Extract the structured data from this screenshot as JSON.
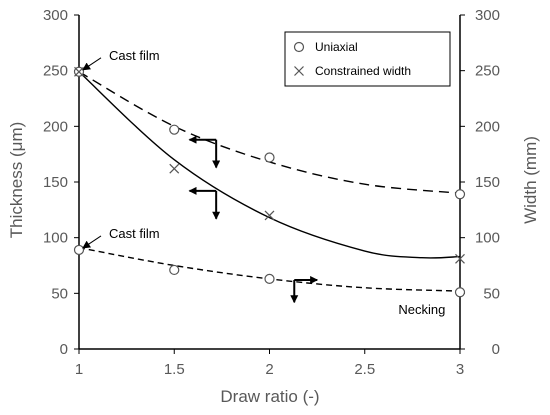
{
  "chart_data": {
    "type": "line",
    "xlabel": "Draw ratio (-)",
    "ylabel_left": "Thickness (μm)",
    "ylabel_right": "Width (mm)",
    "xlim": [
      1,
      3
    ],
    "ylim_left": [
      0,
      300
    ],
    "ylim_right": [
      0,
      300
    ],
    "x_ticks": [
      "1",
      "1.5",
      "2",
      "2.5",
      "3"
    ],
    "y_ticks_left": [
      "0",
      "50",
      "100",
      "150",
      "200",
      "250",
      "300"
    ],
    "y_ticks_right": [
      "0",
      "50",
      "100",
      "150",
      "200",
      "250",
      "300"
    ],
    "grid": false,
    "legend_position": "top-right",
    "legend": [
      {
        "marker": "circle",
        "label": "Uniaxial"
      },
      {
        "marker": "cross",
        "label": "Constrained width"
      }
    ],
    "series": [
      {
        "marker": "circle",
        "line_style": "long-dash",
        "axis": "left",
        "points": [
          [
            1,
            249
          ],
          [
            1.5,
            197
          ],
          [
            2,
            172
          ],
          [
            3,
            139
          ]
        ],
        "fit_curve": [
          [
            1,
            249
          ],
          [
            1.5,
            200
          ],
          [
            2,
            168
          ],
          [
            2.5,
            148
          ],
          [
            3,
            140
          ]
        ]
      },
      {
        "marker": "cross",
        "line_style": "solid",
        "axis": "left",
        "points": [
          [
            1,
            249
          ],
          [
            1.5,
            162
          ],
          [
            2,
            120
          ],
          [
            3,
            81
          ]
        ],
        "fit_curve": [
          [
            1,
            249
          ],
          [
            1.5,
            170
          ],
          [
            2,
            118
          ],
          [
            2.5,
            88
          ],
          [
            2.8,
            82
          ],
          [
            3,
            83
          ]
        ]
      },
      {
        "marker": "circle",
        "line_style": "short-dash",
        "axis": "right",
        "points": [
          [
            1,
            89
          ],
          [
            1.5,
            71
          ],
          [
            2,
            63
          ],
          [
            3,
            51
          ]
        ],
        "fit_curve": [
          [
            1,
            91
          ],
          [
            1.5,
            75
          ],
          [
            2,
            63
          ],
          [
            2.5,
            55
          ],
          [
            3,
            52
          ]
        ]
      }
    ],
    "annotations": [
      {
        "text": "Cast film",
        "x": 1,
        "y": 249
      },
      {
        "text": "Cast film",
        "x": 1,
        "y": 89
      },
      {
        "text": "Necking",
        "x": 2.8,
        "y": 35
      }
    ]
  }
}
